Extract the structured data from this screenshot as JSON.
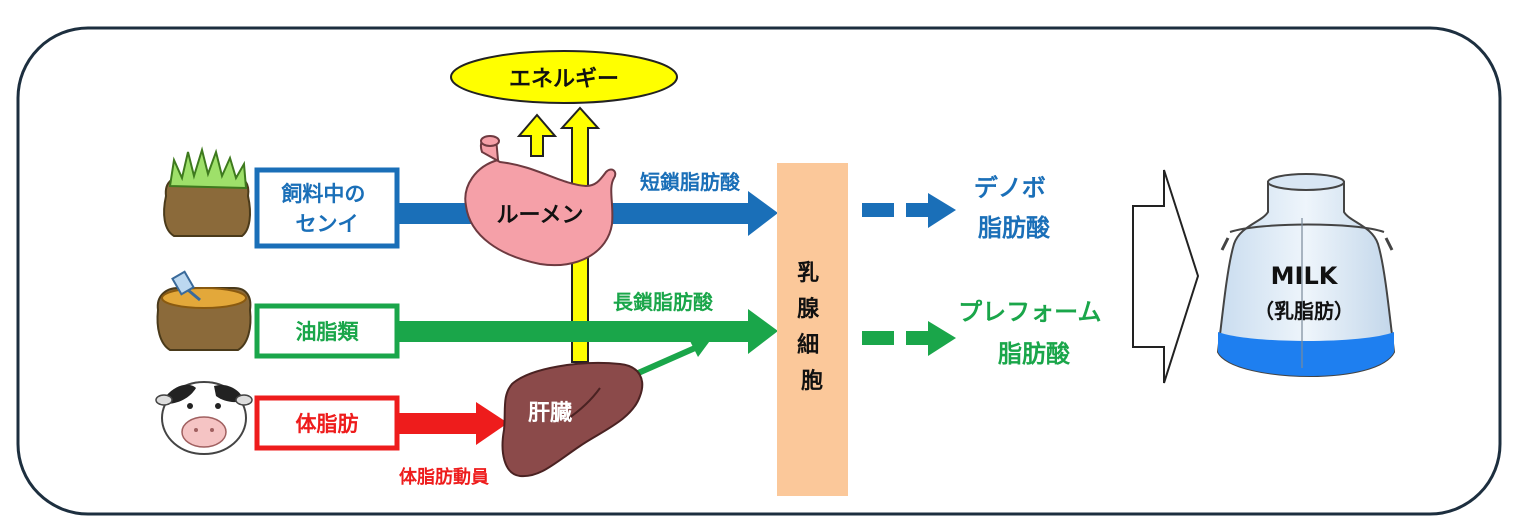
{
  "colors": {
    "blue": "#1a6fb8",
    "green": "#1aa64a",
    "red": "#ee1c1c",
    "yellow": "#ffff00",
    "liver": "#8b4a4a",
    "stomach": "#f5a0a8",
    "gland": "#fbc89a",
    "frame": "#1d2f3f",
    "milk_band": "#1e7ff0"
  },
  "energy_label": "エネルギー",
  "inputs": {
    "fiber": "飼料中の\nセンイ",
    "oil": "油脂類",
    "bodyfat": "体脂肪"
  },
  "organs": {
    "rumen": "ルーメン",
    "liver": "肝臓"
  },
  "flows": {
    "short_chain": "短鎖脂肪酸",
    "long_chain": "長鎖脂肪酸",
    "mobilization": "体脂肪動員"
  },
  "gland_label": "乳\n腺\n細\n胞",
  "outputs": {
    "denovo": "デノボ\n脂肪酸",
    "preformed": "プレフォーム\n脂肪酸"
  },
  "milk": {
    "title": "MILK",
    "subtitle": "（乳脂肪）"
  },
  "icons": [
    "grass-sack-icon",
    "grain-sack-icon",
    "cow-icon",
    "rumen-icon",
    "liver-icon",
    "milk-can-icon"
  ]
}
